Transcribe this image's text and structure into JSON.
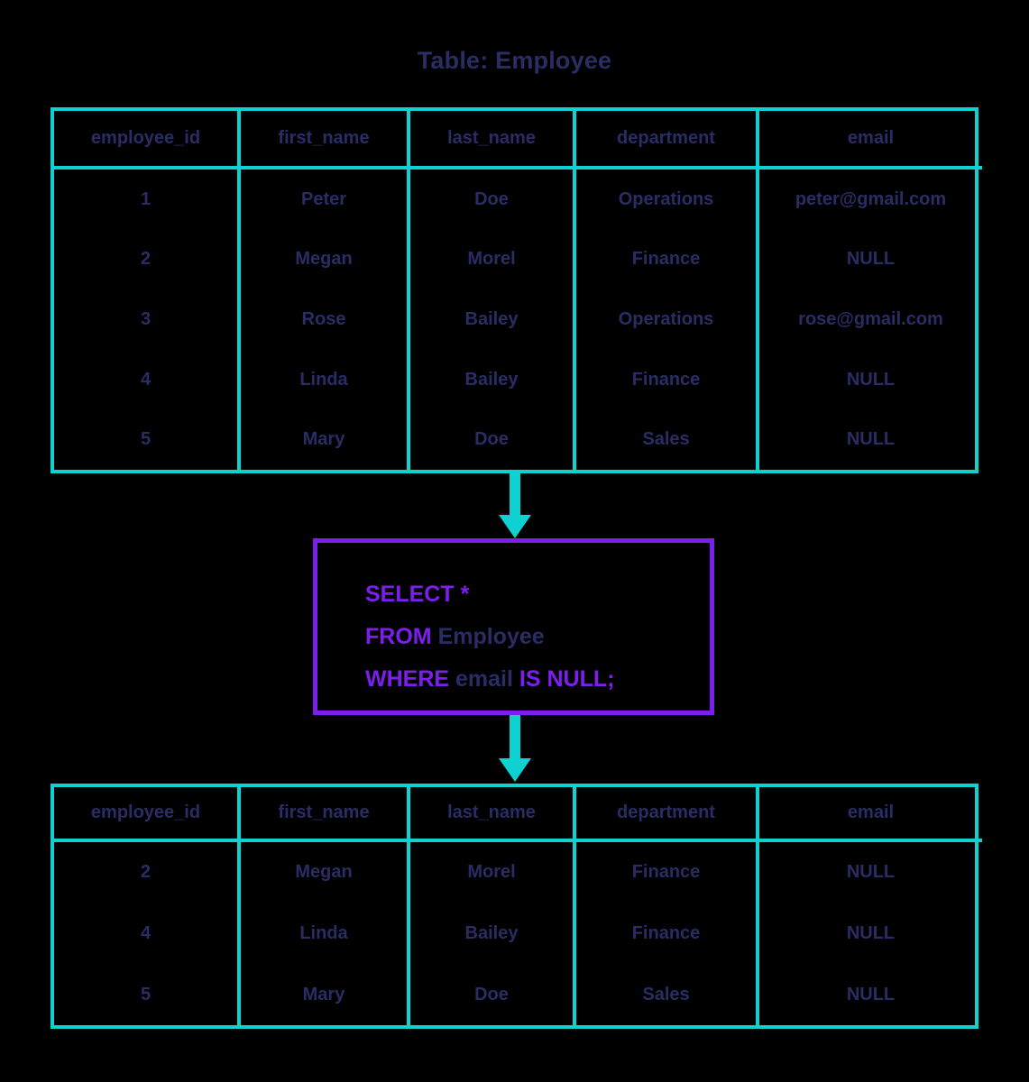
{
  "title": "Table: Employee",
  "colors": {
    "background": "#000000",
    "table_border": "#0ed2d2",
    "text": "#2a2d64",
    "sql_keyword": "#7c1fec",
    "sql_box_border": "#7c1fec",
    "arrow": "#0ed2d2"
  },
  "source_table": {
    "name": "Employee",
    "columns": [
      "employee_id",
      "first_name",
      "last_name",
      "department",
      "email"
    ],
    "rows": [
      [
        "1",
        "Peter",
        "Doe",
        "Operations",
        "peter@gmail.com"
      ],
      [
        "2",
        "Megan",
        "Morel",
        "Finance",
        "NULL"
      ],
      [
        "3",
        "Rose",
        "Bailey",
        "Operations",
        "rose@gmail.com"
      ],
      [
        "4",
        "Linda",
        "Bailey",
        "Finance",
        "NULL"
      ],
      [
        "5",
        "Mary",
        "Doe",
        "Sales",
        "NULL"
      ]
    ]
  },
  "query": {
    "full_text": "SELECT * FROM Employee WHERE email IS NULL;",
    "lines": [
      [
        {
          "text": "SELECT",
          "type": "keyword"
        },
        {
          "text": " ",
          "type": "space"
        },
        {
          "text": "*",
          "type": "keyword"
        }
      ],
      [
        {
          "text": "FROM",
          "type": "keyword"
        },
        {
          "text": " ",
          "type": "space"
        },
        {
          "text": "Employee",
          "type": "identifier"
        }
      ],
      [
        {
          "text": "WHERE",
          "type": "keyword"
        },
        {
          "text": " ",
          "type": "space"
        },
        {
          "text": "email",
          "type": "identifier"
        },
        {
          "text": " ",
          "type": "space"
        },
        {
          "text": "IS NULL",
          "type": "keyword"
        },
        {
          "text": ";",
          "type": "keyword"
        }
      ]
    ]
  },
  "result_table": {
    "columns": [
      "employee_id",
      "first_name",
      "last_name",
      "department",
      "email"
    ],
    "rows": [
      [
        "2",
        "Megan",
        "Morel",
        "Finance",
        "NULL"
      ],
      [
        "4",
        "Linda",
        "Bailey",
        "Finance",
        "NULL"
      ],
      [
        "5",
        "Mary",
        "Doe",
        "Sales",
        "NULL"
      ]
    ]
  },
  "arrows": [
    {
      "name": "arrow-table-to-query",
      "direction": "down"
    },
    {
      "name": "arrow-query-to-result",
      "direction": "down"
    }
  ]
}
